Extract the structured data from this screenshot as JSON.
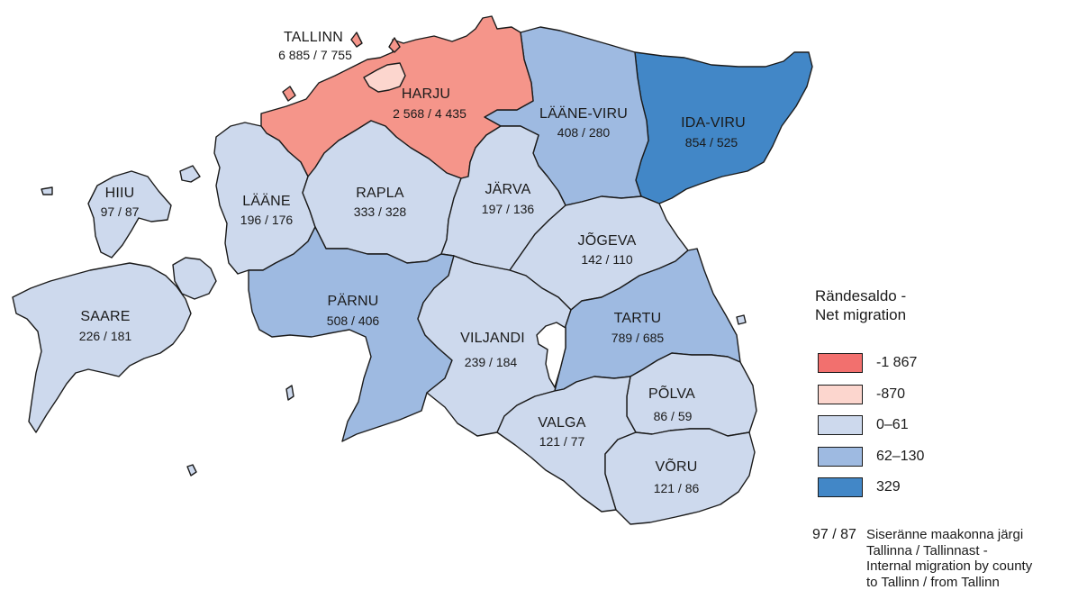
{
  "colors": {
    "c1": "#f2706e",
    "c2": "#f5958a",
    "c3": "#fcd6ce",
    "c4": "#cdd9ed",
    "c5": "#9ebae1",
    "c6": "#4287c7"
  },
  "counties": [
    {
      "key": "tallinn",
      "name": "TALLINN",
      "value": "6 885 / 7 755",
      "class": "-870"
    },
    {
      "key": "harju",
      "name": "HARJU",
      "value": "2 568 / 4 435",
      "class": "-1 867"
    },
    {
      "key": "laane_viru",
      "name": "LÄÄNE-VIRU",
      "value": "408 / 280",
      "class": "62–130"
    },
    {
      "key": "ida_viru",
      "name": "IDA-VIRU",
      "value": "854 / 525",
      "class": "329"
    },
    {
      "key": "hiiu",
      "name": "HIIU",
      "value": "97 / 87",
      "class": "0–61"
    },
    {
      "key": "laane",
      "name": "LÄÄNE",
      "value": "196 / 176",
      "class": "0–61"
    },
    {
      "key": "rapla",
      "name": "RAPLA",
      "value": "333 / 328",
      "class": "0–61"
    },
    {
      "key": "jarva",
      "name": "JÄRVA",
      "value": "197 / 136",
      "class": "0–61"
    },
    {
      "key": "jogeva",
      "name": "JÕGEVA",
      "value": "142 / 110",
      "class": "0–61"
    },
    {
      "key": "saare",
      "name": "SAARE",
      "value": "226 / 181",
      "class": "0–61"
    },
    {
      "key": "parnu",
      "name": "PÄRNU",
      "value": "508 / 406",
      "class": "62–130"
    },
    {
      "key": "viljandi",
      "name": "VILJANDI",
      "value": "239 / 184",
      "class": "0–61"
    },
    {
      "key": "tartu",
      "name": "TARTU",
      "value": "789 / 685",
      "class": "62–130"
    },
    {
      "key": "polva",
      "name": "PÕLVA",
      "value": "86 / 59",
      "class": "0–61"
    },
    {
      "key": "valga",
      "name": "VALGA",
      "value": "121 / 77",
      "class": "0–61"
    },
    {
      "key": "voru",
      "name": "VÕRU",
      "value": "121 / 86",
      "class": "0–61"
    }
  ],
  "legend": {
    "title_line1": "Rändesaldo -",
    "title_line2": "Net migration",
    "items": [
      {
        "label": "-1 867",
        "color": "#f2706e"
      },
      {
        "label": "-870",
        "color": "#fcd6ce"
      },
      {
        "label": "0–61",
        "color": "#cdd9ed"
      },
      {
        "label": "62–130",
        "color": "#9ebae1"
      },
      {
        "label": "329",
        "color": "#4287c7"
      }
    ]
  },
  "note": {
    "sample": "97 / 87",
    "line1": "Siseränne maakonna järgi",
    "line2": "Tallinna / Tallinnast -",
    "line3": "Internal migration by county",
    "line4": "to Tallinn / from Tallinn"
  }
}
